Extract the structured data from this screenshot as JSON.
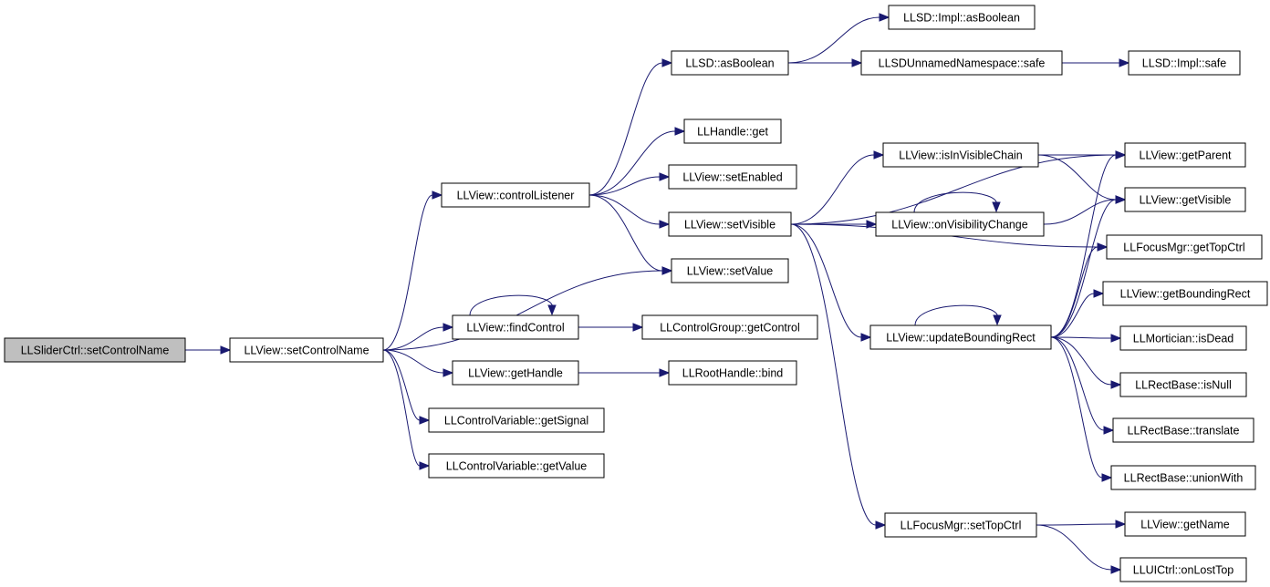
{
  "diagram": {
    "nodes": {
      "slider_setControlName": "LLSliderCtrl::setControlName",
      "view_setControlName": "LLView::setControlName",
      "view_controlListener": "LLView::controlListener",
      "view_findControl": "LLView::findControl",
      "view_getHandle": "LLView::getHandle",
      "cv_getSignal": "LLControlVariable::getSignal",
      "cv_getValue": "LLControlVariable::getValue",
      "llsd_asBoolean": "LLSD::asBoolean",
      "handle_get": "LLHandle::get",
      "view_setEnabled": "LLView::setEnabled",
      "view_setVisible": "LLView::setVisible",
      "view_setValue": "LLView::setValue",
      "cg_getControl": "LLControlGroup::getControl",
      "roothandle_bind": "LLRootHandle::bind",
      "impl_asBoolean": "LLSD::Impl::asBoolean",
      "unnamed_safe": "LLSDUnnamedNamespace::safe",
      "impl_safe": "LLSD::Impl::safe",
      "view_isInVisibleChain": "LLView::isInVisibleChain",
      "view_onVisibilityChange": "LLView::onVisibilityChange",
      "view_updateBoundingRect": "LLView::updateBoundingRect",
      "focus_setTopCtrl": "LLFocusMgr::setTopCtrl",
      "view_getParent": "LLView::getParent",
      "view_getVisible": "LLView::getVisible",
      "focus_getTopCtrl": "LLFocusMgr::getTopCtrl",
      "view_getBoundingRect": "LLView::getBoundingRect",
      "mortician_isDead": "LLMortician::isDead",
      "rect_isNull": "LLRectBase::isNull",
      "rect_translate": "LLRectBase::translate",
      "rect_unionWith": "LLRectBase::unionWith",
      "view_getName": "LLView::getName",
      "uictrl_onLostTop": "LLUICtrl::onLostTop"
    },
    "edges": [
      [
        "slider_setControlName",
        "view_setControlName"
      ],
      [
        "view_setControlName",
        "view_controlListener"
      ],
      [
        "view_setControlName",
        "view_setValue"
      ],
      [
        "view_setControlName",
        "view_findControl"
      ],
      [
        "view_setControlName",
        "view_getHandle"
      ],
      [
        "view_setControlName",
        "cv_getSignal"
      ],
      [
        "view_setControlName",
        "cv_getValue"
      ],
      [
        "view_findControl",
        "view_findControl"
      ],
      [
        "view_findControl",
        "cg_getControl"
      ],
      [
        "view_getHandle",
        "roothandle_bind"
      ],
      [
        "view_controlListener",
        "llsd_asBoolean"
      ],
      [
        "view_controlListener",
        "handle_get"
      ],
      [
        "view_controlListener",
        "view_setEnabled"
      ],
      [
        "view_controlListener",
        "view_setVisible"
      ],
      [
        "view_controlListener",
        "view_setValue"
      ],
      [
        "llsd_asBoolean",
        "impl_asBoolean"
      ],
      [
        "llsd_asBoolean",
        "unnamed_safe"
      ],
      [
        "unnamed_safe",
        "impl_safe"
      ],
      [
        "view_setVisible",
        "view_getParent"
      ],
      [
        "view_setVisible",
        "view_isInVisibleChain"
      ],
      [
        "view_setVisible",
        "view_onVisibilityChange"
      ],
      [
        "view_setVisible",
        "focus_getTopCtrl"
      ],
      [
        "view_setVisible",
        "view_updateBoundingRect"
      ],
      [
        "view_setVisible",
        "focus_setTopCtrl"
      ],
      [
        "view_isInVisibleChain",
        "view_getParent"
      ],
      [
        "view_isInVisibleChain",
        "view_getVisible"
      ],
      [
        "view_onVisibilityChange",
        "view_onVisibilityChange"
      ],
      [
        "view_onVisibilityChange",
        "view_getVisible"
      ],
      [
        "view_updateBoundingRect",
        "view_updateBoundingRect"
      ],
      [
        "view_updateBoundingRect",
        "view_getParent"
      ],
      [
        "view_updateBoundingRect",
        "view_getVisible"
      ],
      [
        "view_updateBoundingRect",
        "focus_getTopCtrl"
      ],
      [
        "view_updateBoundingRect",
        "view_getBoundingRect"
      ],
      [
        "view_updateBoundingRect",
        "mortician_isDead"
      ],
      [
        "view_updateBoundingRect",
        "rect_isNull"
      ],
      [
        "view_updateBoundingRect",
        "rect_translate"
      ],
      [
        "view_updateBoundingRect",
        "rect_unionWith"
      ],
      [
        "focus_setTopCtrl",
        "view_getName"
      ],
      [
        "focus_setTopCtrl",
        "uictrl_onLostTop"
      ]
    ],
    "colors": {
      "edge": "#191970",
      "node_border": "#000000",
      "node_fill": "#ffffff",
      "root_fill": "#bfbfbf"
    }
  }
}
